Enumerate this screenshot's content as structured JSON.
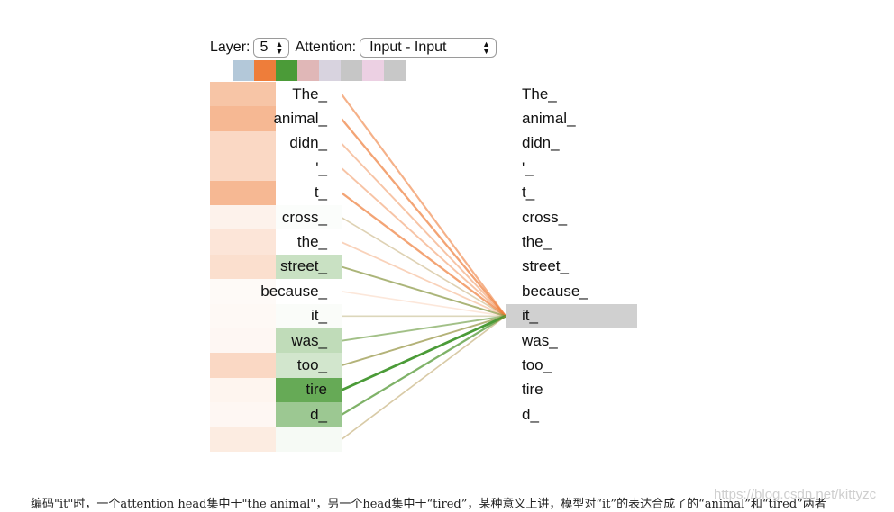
{
  "controls": {
    "layer_label": "Layer:",
    "layer_value": "5",
    "attention_label": "Attention:",
    "attention_value": "Input - Input"
  },
  "head_colors": [
    "#b3c8d9",
    "#ee7d3a",
    "#4b9b38",
    "#e0b7b7",
    "#d8d3df",
    "#c6c6c6",
    "#ecd0e3",
    "#c8c8c8"
  ],
  "tokens": [
    "The_",
    "animal_",
    "didn_",
    "'_",
    "t_",
    "cross_",
    "the_",
    "street_",
    "because_",
    "it_",
    "was_",
    "too_",
    "tire",
    "d_",
    ""
  ],
  "selected_index": 9,
  "attention": {
    "orange": [
      0.45,
      0.55,
      0.3,
      0.3,
      0.55,
      0.1,
      0.2,
      0.25,
      0.04,
      0.05,
      0.06,
      0.3,
      0.08,
      0.06,
      0.15
    ],
    "green": [
      0.0,
      0.0,
      0.0,
      0.0,
      0.0,
      0.02,
      0.0,
      0.3,
      0.0,
      0.03,
      0.35,
      0.25,
      0.85,
      0.55,
      0.05
    ]
  },
  "caption": "编码\"it\"时，一个attention head集中于\"the animal\"，另一个head集中于“tired”，某种意义上讲，模型对“it”的表达合成了的“animal”和“tired”两者",
  "watermark": "https://blog.csdn.net/kittyzc"
}
